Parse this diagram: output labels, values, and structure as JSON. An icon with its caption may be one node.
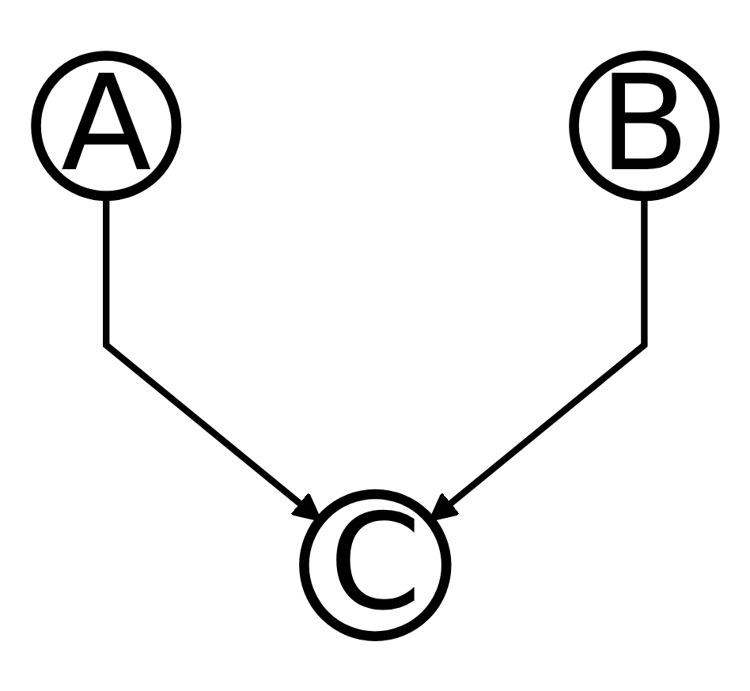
{
  "diagram": {
    "nodes": [
      {
        "text": [
          "A"
        ]
      },
      {
        "text": [
          "B"
        ]
      },
      {
        "text": [
          "C"
        ]
      }
    ],
    "edges": [
      {
        "from": 0,
        "to": 2,
        "arrow": "to"
      },
      {
        "from": 1,
        "to": 2,
        "arrow": "to"
      }
    ]
  }
}
